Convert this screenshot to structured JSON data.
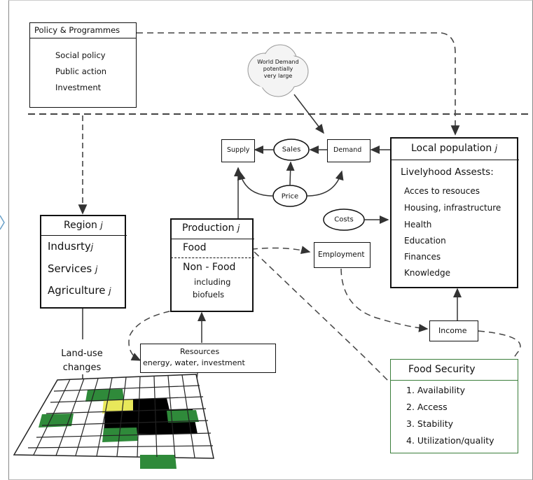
{
  "policy": {
    "title": "Policy & Programmes",
    "items": [
      "Social policy",
      "Public action",
      "Investment"
    ]
  },
  "world_demand": [
    "World Demand",
    "potentially",
    "very large"
  ],
  "market": {
    "supply": "Supply",
    "sales": "Sales",
    "demand": "Demand",
    "price": "Price",
    "costs": "Costs"
  },
  "local_population": {
    "title": "Local population",
    "subscript": "j",
    "heading": "Livelyhood Assests:",
    "items": [
      "Acces to resouces",
      "Housing, infrastructure",
      "Health",
      "Education",
      "Finances",
      "Knowledge"
    ]
  },
  "region": {
    "title": "Region",
    "subscript": "j",
    "items": [
      {
        "label": "Indusrty",
        "sub": "j"
      },
      {
        "label": "Services",
        "sub": "j"
      },
      {
        "label": "Agriculture",
        "sub": "j"
      }
    ]
  },
  "production": {
    "title": "Production",
    "subscript": "j",
    "food": "Food",
    "nonfood": "Non - Food",
    "nonfood_sub": [
      "including",
      "biofuels"
    ]
  },
  "employment": "Employment",
  "income": "Income",
  "land_use": [
    "Land-use",
    "changes"
  ],
  "resources": [
    "Resources",
    "energy, water, investment"
  ],
  "food_security": {
    "title": "Food Security",
    "items": [
      "1. Availability",
      "2. Access",
      "3. Stability",
      "4. Utilization/quality"
    ]
  },
  "colors": {
    "grid_green": "#2f8a3a",
    "grid_black": "#000000",
    "grid_yellow": "#e8e85a",
    "food_security_border": "#3a7d3a"
  }
}
